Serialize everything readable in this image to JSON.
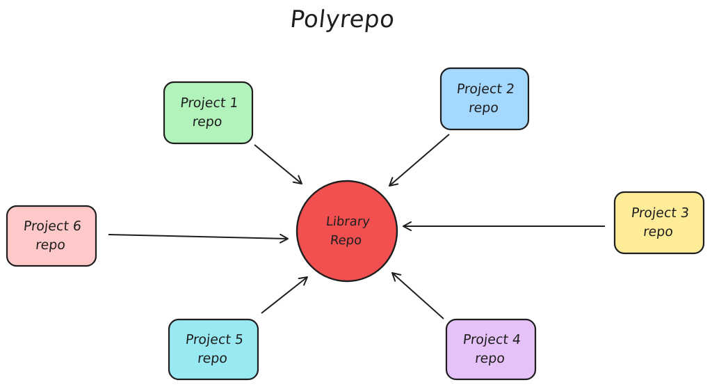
{
  "title": "Polyrepo",
  "hub": {
    "line1": "Library",
    "line2": "Repo",
    "fill": "#f25050"
  },
  "projects": [
    {
      "line1": "Project 1",
      "line2": "repo",
      "fill": "#b2f2bb"
    },
    {
      "line1": "Project 2",
      "line2": "repo",
      "fill": "#a5d8ff"
    },
    {
      "line1": "Project 3",
      "line2": "repo",
      "fill": "#ffec99"
    },
    {
      "line1": "Project 4",
      "line2": "repo",
      "fill": "#e5c2f8"
    },
    {
      "line1": "Project 5",
      "line2": "repo",
      "fill": "#99e9f2"
    },
    {
      "line1": "Project 6",
      "line2": "repo",
      "fill": "#ffc9c9"
    }
  ],
  "stroke_color": "#1e1e1e"
}
